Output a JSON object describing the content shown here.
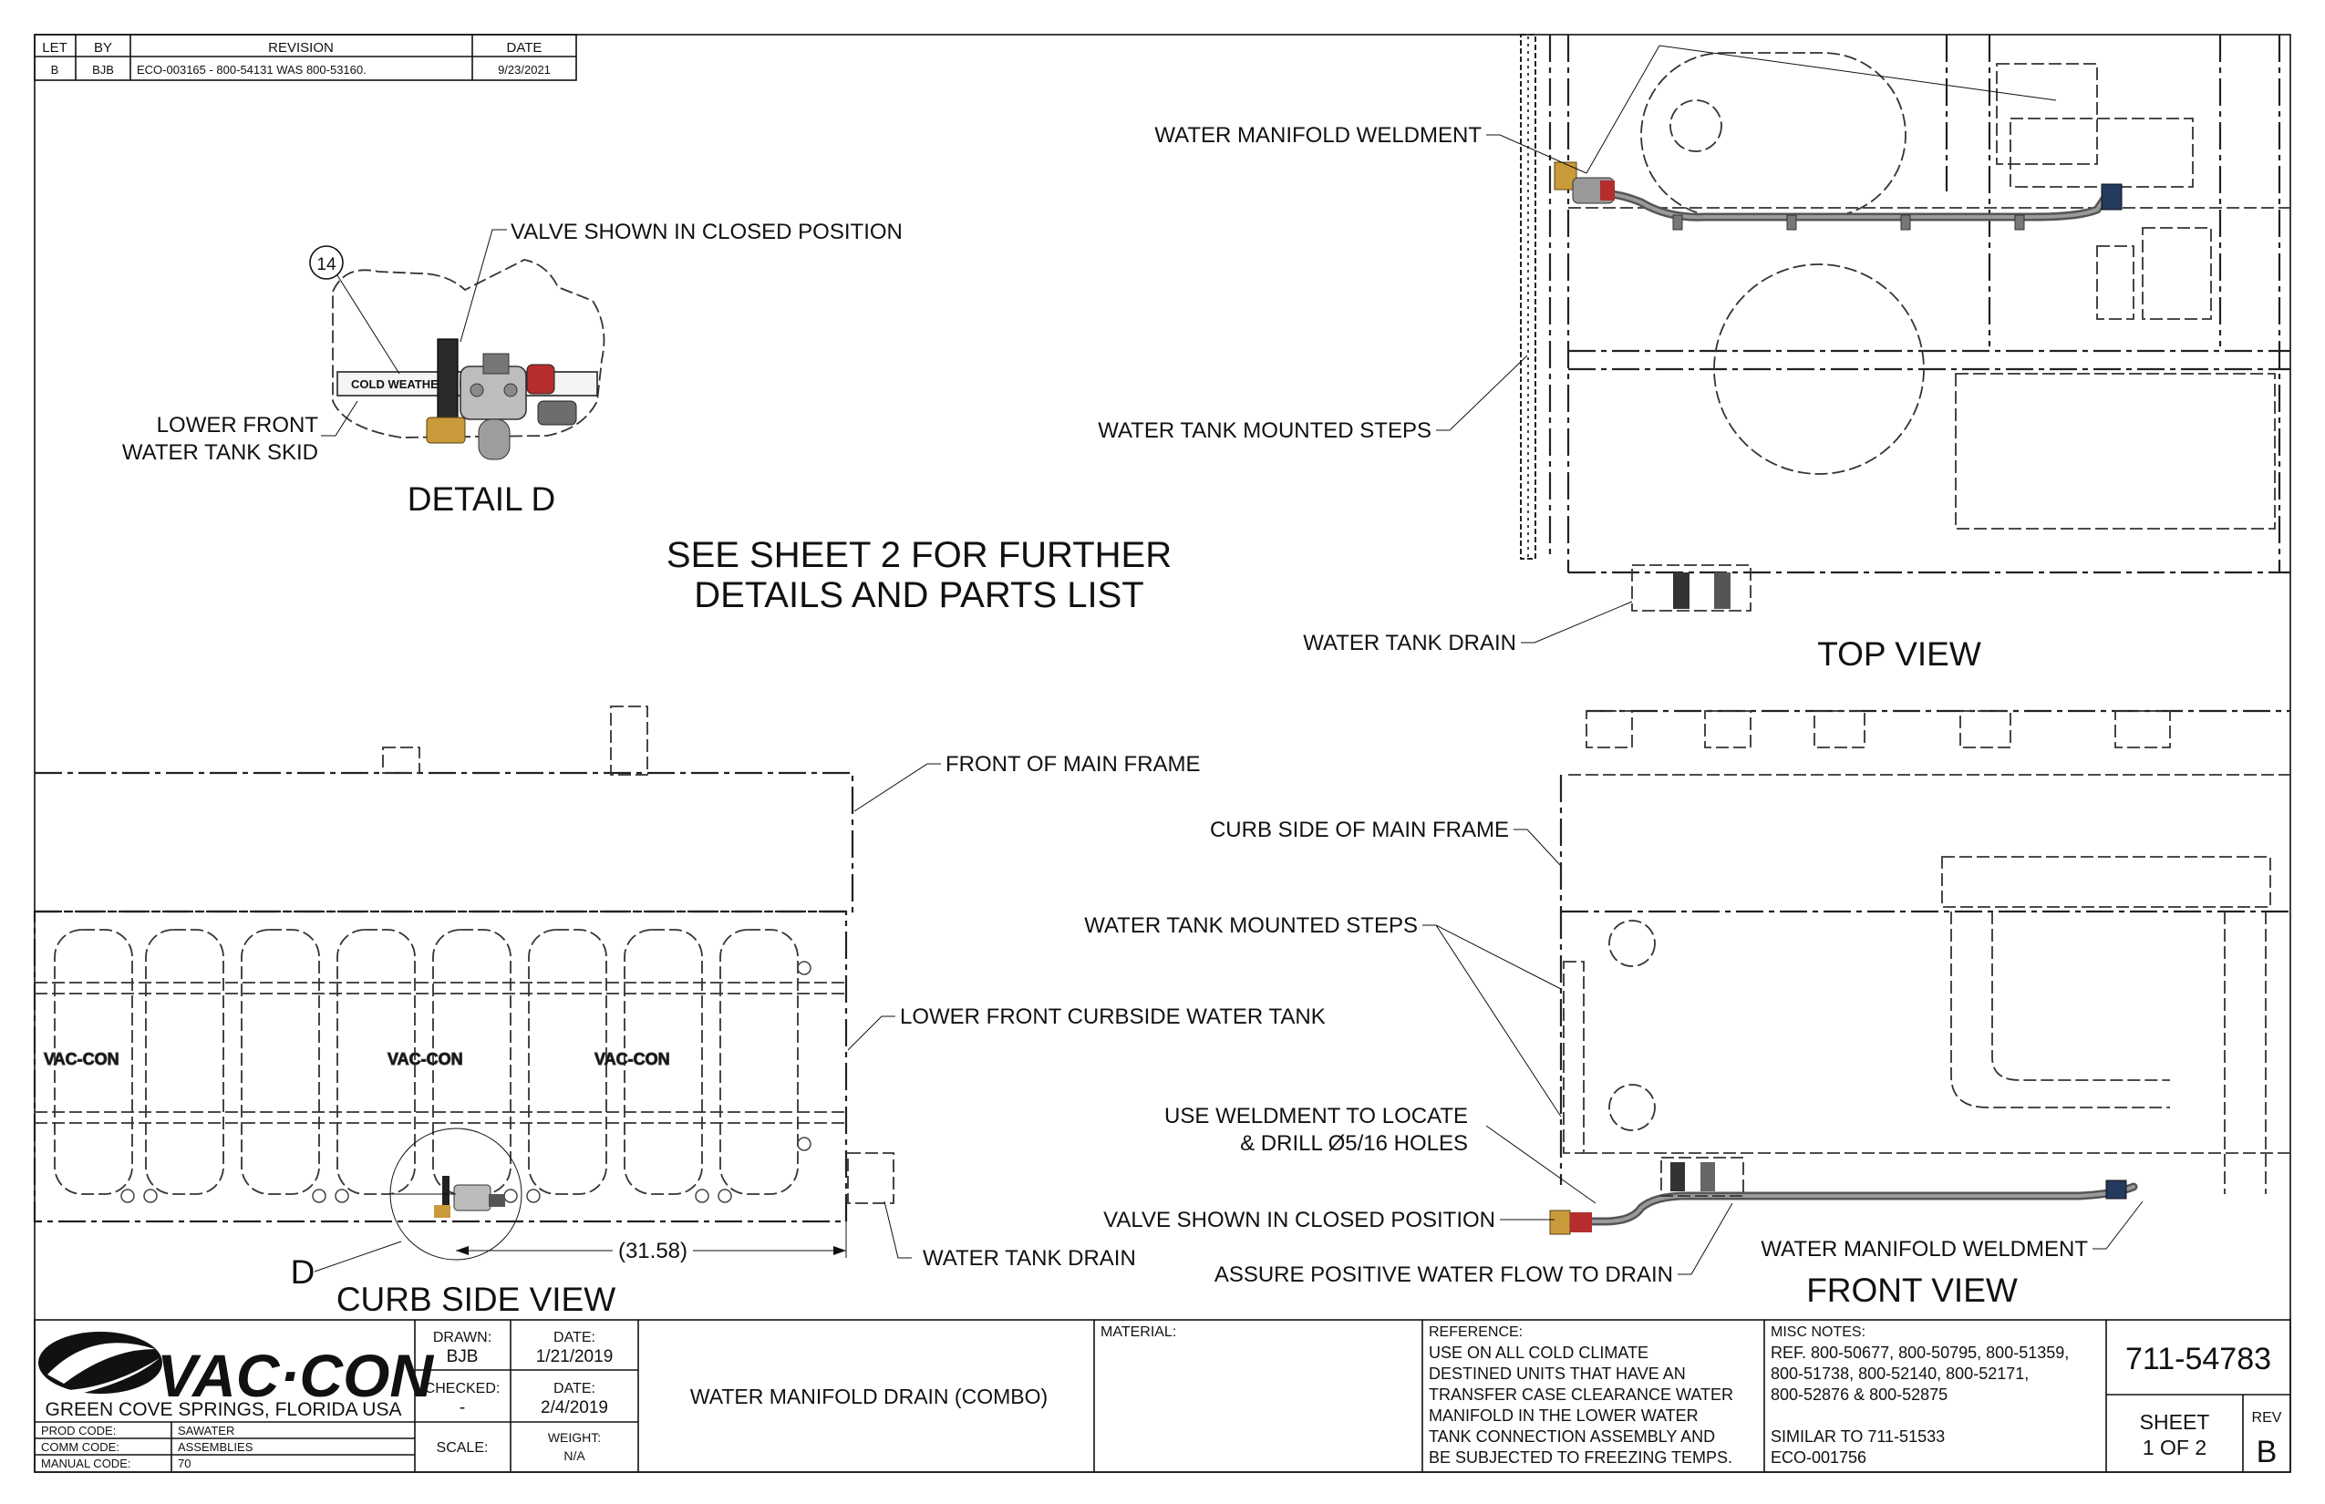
{
  "revision_table": {
    "headers": [
      "LET",
      "BY",
      "REVISION",
      "DATE"
    ],
    "row": [
      "B",
      "BJB",
      "ECO-003165 - 800-54131 WAS 800-53160.",
      "9/23/2021"
    ]
  },
  "detail_d": {
    "title": "DETAIL  D",
    "balloon": "14",
    "label_valve": "VALVE SHOWN IN CLOSED POSITION",
    "label_skid_1": "LOWER FRONT",
    "label_skid_2": "WATER TANK SKID",
    "skid_text": "COLD WEATHER DRAIN"
  },
  "note": {
    "line1": "SEE SHEET 2 FOR FURTHER",
    "line2": "DETAILS AND PARTS LIST"
  },
  "top_view": {
    "title": "TOP VIEW",
    "label_manifold": "WATER MANIFOLD WELDMENT",
    "label_steps": "WATER TANK MOUNTED STEPS",
    "label_drain": "WATER TANK DRAIN"
  },
  "curb_side_view": {
    "title": "CURB SIDE VIEW",
    "detail_letter": "D",
    "label_front_frame": "FRONT OF MAIN FRAME",
    "label_tank": "LOWER FRONT CURBSIDE WATER TANK",
    "label_drain": "WATER TANK DRAIN",
    "dimension": "(31.58)",
    "logo_text": "VAC-CON"
  },
  "front_view": {
    "title": "FRONT VIEW",
    "label_curb_frame": "CURB SIDE OF MAIN FRAME",
    "label_steps": "WATER TANK MOUNTED STEPS",
    "label_weldment_1": "USE WELDMENT TO LOCATE",
    "label_weldment_2": "& DRILL Ø5/16 HOLES",
    "label_valve": "VALVE SHOWN IN CLOSED POSITION",
    "label_flow": "ASSURE POSITIVE WATER FLOW TO DRAIN",
    "label_manifold": "WATER MANIFOLD WELDMENT"
  },
  "title_block": {
    "company": "VAC·CON",
    "location": "GREEN COVE SPRINGS, FLORIDA USA",
    "prod_code_label": "PROD CODE:",
    "prod_code": "SAWATER",
    "comm_code_label": "COMM CODE:",
    "comm_code": "ASSEMBLIES",
    "manual_code_label": "MANUAL CODE:",
    "manual_code": "70",
    "drawn_label": "DRAWN:",
    "drawn": "BJB",
    "drawn_date_label": "DATE:",
    "drawn_date": "1/21/2019",
    "checked_label": "CHECKED:",
    "checked": "-",
    "checked_date_label": "DATE:",
    "checked_date": "2/4/2019",
    "scale_label": "SCALE:",
    "weight_label": "WEIGHT:",
    "weight": "N/A",
    "title": "WATER MANIFOLD DRAIN (COMBO)",
    "material_label": "MATERIAL:",
    "reference_label": "REFERENCE:",
    "reference_lines": [
      "USE ON ALL COLD CLIMATE",
      "DESTINED UNITS THAT HAVE AN",
      "TRANSFER CASE CLEARANCE WATER",
      "MANIFOLD IN THE LOWER WATER",
      "TANK CONNECTION ASSEMBLY AND",
      "BE SUBJECTED TO FREEZING TEMPS."
    ],
    "misc_label": "MISC NOTES:",
    "misc_lines": [
      "REF. 800-50677, 800-50795, 800-51359,",
      "800-51738, 800-52140, 800-52171,",
      "800-52876 & 800-52875",
      "",
      "SIMILAR TO 711-51533",
      "ECO-001756"
    ],
    "drawing_number": "711-54783",
    "sheet_label": "SHEET",
    "sheet": "1  OF 2",
    "rev_label": "REV",
    "rev": "B"
  }
}
